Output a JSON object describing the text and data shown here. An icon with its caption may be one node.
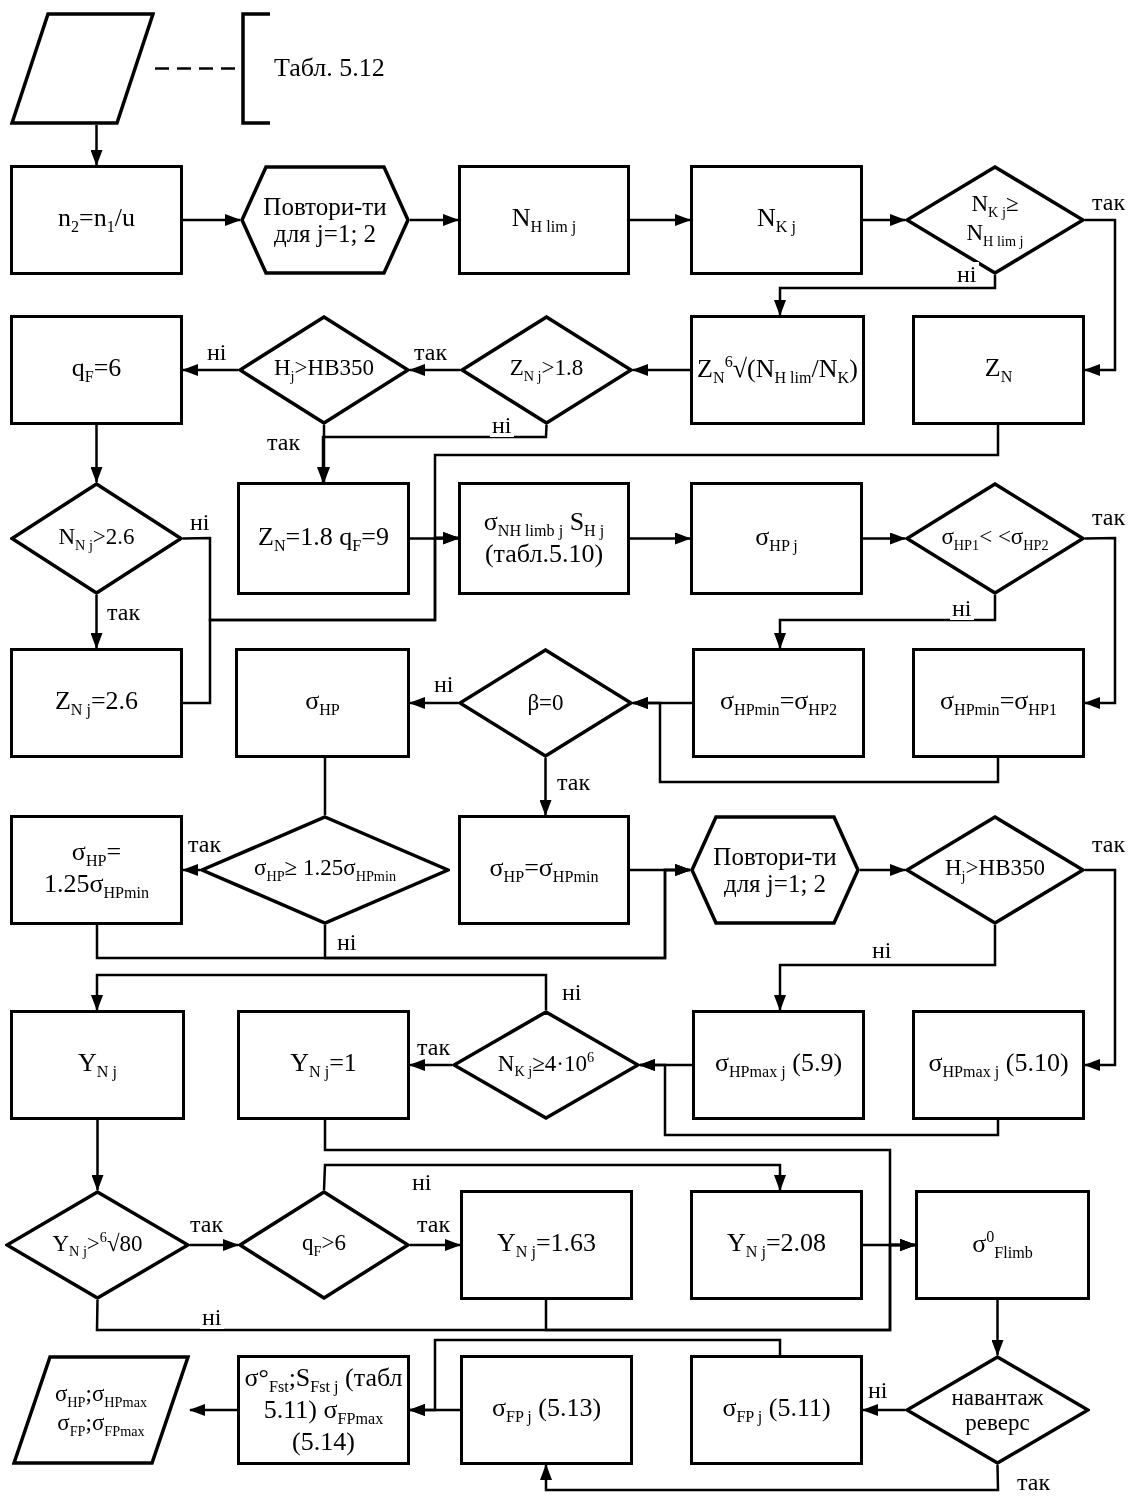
{
  "diagram": {
    "nodes": [
      {
        "text": [],
        "shape": "parallelogram"
      },
      {
        "text": [
          "Табл. 5.12"
        ]
      },
      {
        "text": [
          "n$_{2}$=n$_{1}$/u"
        ]
      },
      {
        "text": [
          "Повтори-ти для j=1; 2"
        ]
      },
      {
        "text": [
          "N$_{H lim j}$"
        ]
      },
      {
        "text": [
          "N$_{K j}$"
        ]
      },
      {
        "text": [
          "N$_{K j}$≥ N$_{H lim j}$"
        ]
      },
      {
        "text": [
          "Z$_{N}$$^{6}$√(N$_{H lim}$/N$_{K}$)"
        ]
      },
      {
        "text": [
          "Z$_{N}$"
        ]
      },
      {
        "text": [
          "Z$_{N j}$>1.8"
        ]
      },
      {
        "text": [
          "H$_{j}$>HB350"
        ]
      },
      {
        "text": [
          "q$_{F}$=6"
        ]
      },
      {
        "text": [
          "N$_{N j}$>2.6"
        ]
      },
      {
        "text": [
          "Z$_{N}$=1.8 q$_{F}$=9"
        ]
      },
      {
        "text": [
          "σ$_{NH limb j}$ S$_{H j}$ (табл.5.10)"
        ]
      },
      {
        "text": [
          "σ$_{HP j}$"
        ]
      },
      {
        "text": [
          "σ$_{HP1}$< <σ$_{HP2}$"
        ]
      },
      {
        "text": [
          "Z$_{N j}$=2.6"
        ]
      },
      {
        "text": [
          "σ$_{HP}$"
        ]
      },
      {
        "text": [
          "β=0"
        ]
      },
      {
        "text": [
          "σ$_{HPmin}$=σ$_{HP2}$"
        ]
      },
      {
        "text": [
          "σ$_{HPmin}$=σ$_{HP1}$"
        ]
      },
      {
        "text": [
          "σ$_{HP}$= 1.25σ$_{HPmin}$"
        ]
      },
      {
        "text": [
          "σ$_{HP}$≥ 1.25σ$_{HPmin}$"
        ]
      },
      {
        "text": [
          "σ$_{HP}$=σ$_{HPmin}$"
        ]
      },
      {
        "text": [
          "Повтори-ти для j=1; 2"
        ]
      },
      {
        "text": [
          "H$_{j}$>HB350"
        ]
      },
      {
        "text": [
          "Y$_{N j}$"
        ]
      },
      {
        "text": [
          "Y$_{N j}$=1"
        ]
      },
      {
        "text": [
          "N$_{K j}$≥4·10$^{6}$"
        ]
      },
      {
        "text": [
          "σ$_{HPmax j}$ (5.9)"
        ]
      },
      {
        "text": [
          "σ$_{HPmax j}$ (5.10)"
        ]
      },
      {
        "text": [
          "Y$_{N j}$>$^{6}$√80"
        ]
      },
      {
        "text": [
          "q$_{F}$>6"
        ]
      },
      {
        "text": [
          "Y$_{N j}$=1.63"
        ]
      },
      {
        "text": [
          "Y$_{N j}$=2.08"
        ]
      },
      {
        "text": [
          "σ$^{0}$$_{Flimb}$"
        ]
      },
      {
        "text": [
          "σ$_{HP}$;σ$_{HPmax}$ σ$_{FP}$;σ$_{FPmax}$"
        ]
      },
      {
        "text": [
          "σ°$_{Fst}$;S$_{Fst j}$ (табл 5.11) σ$_{FPmax}$ (5.14)"
        ]
      },
      {
        "text": [
          "σ$_{FP j}$ (5.13)"
        ]
      },
      {
        "text": [
          "σ$_{FP j}$ (5.11)"
        ]
      },
      {
        "text": [
          "навантаж реверс"
        ]
      }
    ],
    "edges": [
      {
        "from": 0,
        "to": 1,
        "arrow": "none",
        "style": "dashed"
      },
      {
        "from": 0,
        "to": 2,
        "arrow": "to"
      },
      {
        "from": 2,
        "to": 3,
        "arrow": "to"
      },
      {
        "from": 3,
        "to": 4,
        "arrow": "to"
      },
      {
        "from": 4,
        "to": 5,
        "arrow": "to"
      },
      {
        "from": 5,
        "to": 6,
        "arrow": "to"
      },
      {
        "from": 6,
        "to": 7,
        "label": "ні",
        "arrow": "to"
      },
      {
        "from": 6,
        "to": 8,
        "label": "так",
        "arrow": "to"
      },
      {
        "from": 7,
        "to": 9,
        "arrow": "to"
      },
      {
        "from": 9,
        "to": 10,
        "label": "так",
        "arrow": "to"
      },
      {
        "from": 9,
        "to": 13,
        "label": "ні",
        "arrow": "to"
      },
      {
        "from": 10,
        "to": 13,
        "label": "так",
        "arrow": "to"
      },
      {
        "from": 10,
        "to": 11,
        "label": "ні",
        "arrow": "to"
      },
      {
        "from": 8,
        "to": 14,
        "arrow": "to"
      },
      {
        "from": 11,
        "to": 12,
        "arrow": "to"
      },
      {
        "from": 13,
        "to": 14,
        "arrow": "to"
      },
      {
        "from": 12,
        "to": 14,
        "label": "ні",
        "arrow": "to"
      },
      {
        "from": 12,
        "to": 17,
        "label": "так",
        "arrow": "to"
      },
      {
        "from": 17,
        "to": 14,
        "arrow": "to"
      },
      {
        "from": 14,
        "to": 15,
        "arrow": "to"
      },
      {
        "from": 15,
        "to": 16,
        "arrow": "to"
      },
      {
        "from": 16,
        "to": 21,
        "label": "так",
        "arrow": "to"
      },
      {
        "from": 16,
        "to": 20,
        "label": "ні",
        "arrow": "to"
      },
      {
        "from": 20,
        "to": 19,
        "arrow": "to"
      },
      {
        "from": 21,
        "to": 19,
        "arrow": "to"
      },
      {
        "from": 19,
        "to": 18,
        "label": "ні",
        "arrow": "to"
      },
      {
        "from": 19,
        "to": 24,
        "label": "так",
        "arrow": "to"
      },
      {
        "from": 18,
        "to": 23,
        "arrow": "none"
      },
      {
        "from": 23,
        "to": 22,
        "label": "так",
        "arrow": "to"
      },
      {
        "from": 22,
        "to": 25,
        "arrow": "to"
      },
      {
        "from": 23,
        "to": 25,
        "label": "ні",
        "arrow": "to"
      },
      {
        "from": 24,
        "to": 25,
        "arrow": "to"
      },
      {
        "from": 25,
        "to": 26,
        "arrow": "to"
      },
      {
        "from": 26,
        "to": 30,
        "label": "ні",
        "arrow": "to"
      },
      {
        "from": 26,
        "to": 31,
        "label": "так",
        "arrow": "to"
      },
      {
        "from": 30,
        "to": 29,
        "arrow": "to"
      },
      {
        "from": 31,
        "to": 29,
        "arrow": "to"
      },
      {
        "from": 29,
        "to": 28,
        "label": "так",
        "arrow": "to"
      },
      {
        "from": 29,
        "to": 27,
        "label": "ні",
        "arrow": "to"
      },
      {
        "from": 27,
        "to": 32,
        "arrow": "to"
      },
      {
        "from": 28,
        "to": 36,
        "arrow": "to"
      },
      {
        "from": 32,
        "to": 33,
        "label": "так",
        "arrow": "to"
      },
      {
        "from": 32,
        "to": 36,
        "label": "ні",
        "arrow": "to"
      },
      {
        "from": 33,
        "to": 34,
        "label": "так",
        "arrow": "to"
      },
      {
        "from": 33,
        "to": 35,
        "label": "ні",
        "arrow": "to"
      },
      {
        "from": 34,
        "to": 36,
        "arrow": "to"
      },
      {
        "from": 35,
        "to": 36,
        "arrow": "to"
      },
      {
        "from": 36,
        "to": 41,
        "arrow": "to"
      },
      {
        "from": 41,
        "to": 40,
        "label": "ні",
        "arrow": "to"
      },
      {
        "from": 41,
        "to": 39,
        "label": "так",
        "arrow": "to"
      },
      {
        "from": 40,
        "to": 38,
        "arrow": "to"
      },
      {
        "from": 39,
        "to": 38,
        "arrow": "to"
      },
      {
        "from": 38,
        "to": 37,
        "arrow": "to"
      }
    ]
  }
}
